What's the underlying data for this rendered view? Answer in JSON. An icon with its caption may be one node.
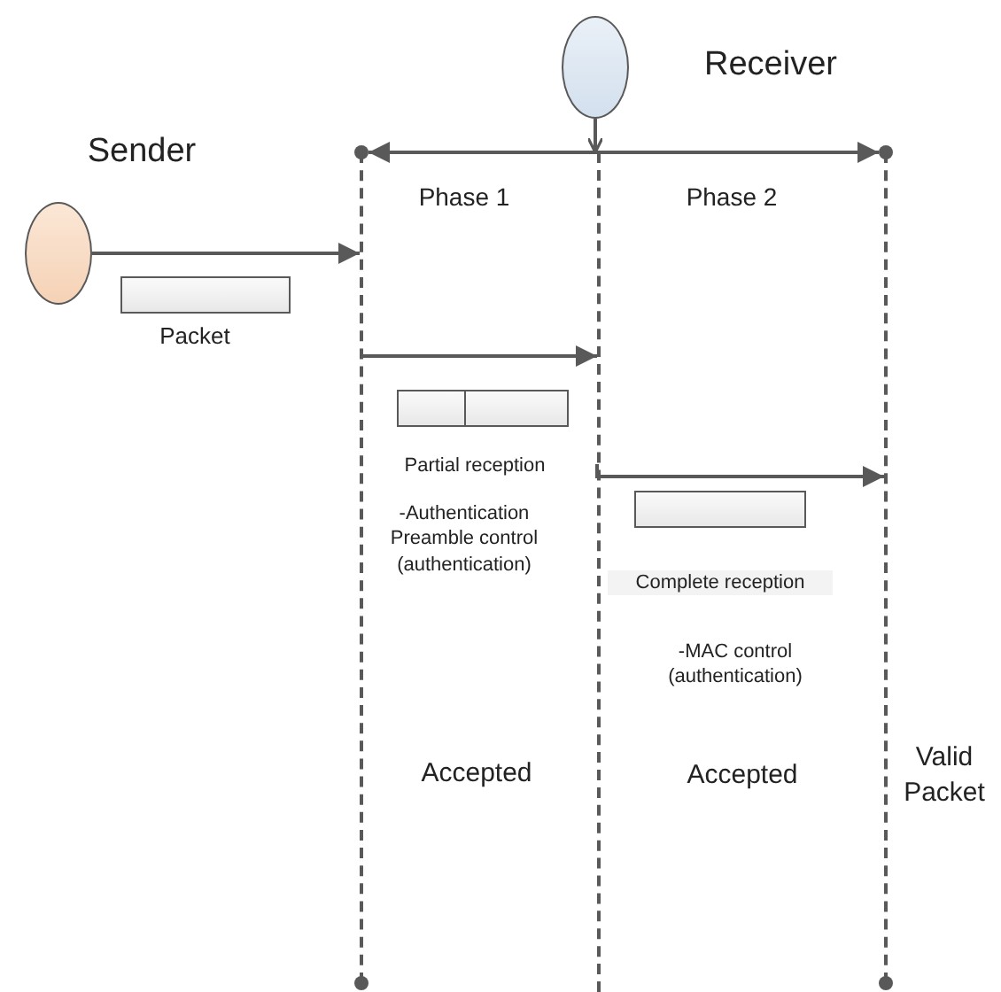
{
  "diagram": {
    "nodes": [
      {
        "text": [
          "Receiver"
        ]
      },
      {
        "text": [
          "Sender"
        ]
      },
      {
        "text": [],
        "shape": "line"
      },
      {
        "text": [],
        "shape": "line"
      },
      {
        "text": [],
        "shape": "line"
      },
      {
        "text": [],
        "shape": "box",
        "beside": [
          "Packet"
        ]
      },
      {
        "text": [],
        "shape": "box"
      },
      {
        "text": [],
        "shape": "box"
      }
    ],
    "edges": [
      {
        "from": 1,
        "to": 2,
        "arrow": "to"
      },
      {
        "from": 0,
        "to": 3,
        "arrow": "to"
      },
      {
        "from": 2,
        "to": 4,
        "arrow": "both"
      },
      {
        "from": 2,
        "to": 3,
        "arrow": "to"
      },
      {
        "from": 3,
        "to": 4,
        "arrow": "to"
      }
    ],
    "labels": [
      "Phase 1",
      "Phase 2",
      "Partial reception",
      "-Authentication Preamble control (authentication)",
      "Complete reception",
      "-MAC control (authentication)",
      "Accepted",
      "Accepted",
      "Valid Packet"
    ]
  }
}
